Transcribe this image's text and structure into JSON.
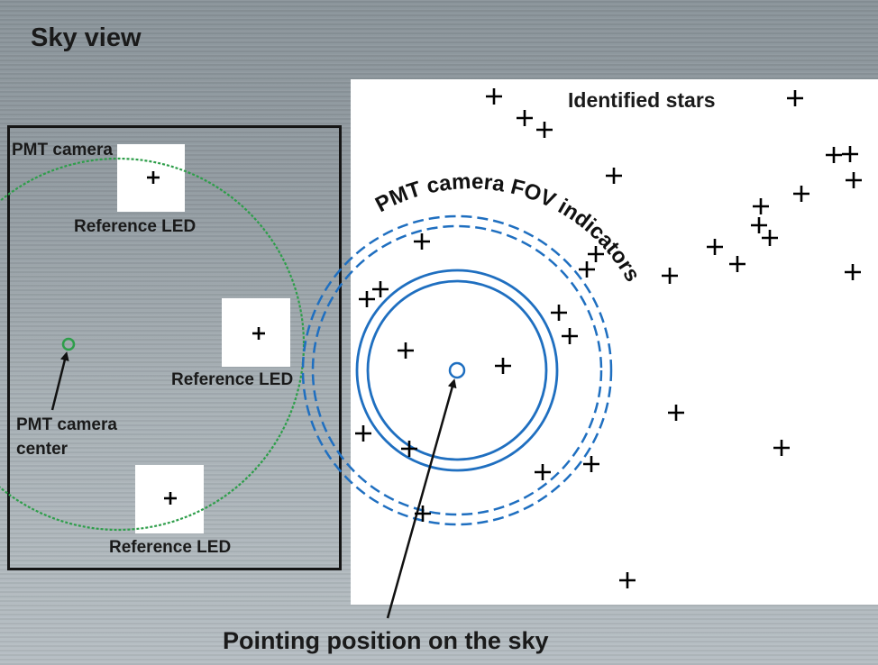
{
  "title": "Sky view",
  "labels": {
    "pmt_camera": "PMT camera",
    "reference_led_1": "Reference LED",
    "reference_led_2": "Reference LED",
    "reference_led_3": "Reference LED",
    "pmt_camera_center_line1": "PMT camera",
    "pmt_camera_center_line2": "center",
    "identified_stars": "Identified stars",
    "fov_indicators": "PMT camera FOV indicators",
    "pointing_position": "Pointing position on the sky"
  },
  "colors": {
    "fov_circle": "#1f6fc0",
    "pmt_circle": "#2e9e4a",
    "star_mark": "#000000"
  }
}
